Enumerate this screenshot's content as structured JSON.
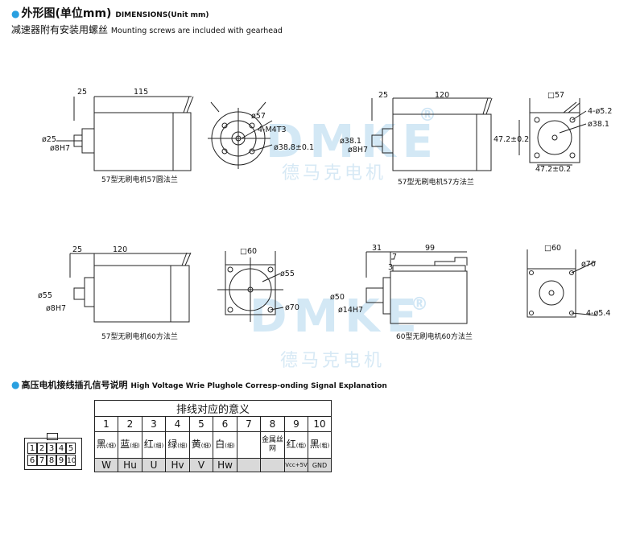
{
  "header1": {
    "cn": "外形图(单位mm)",
    "en": "DIMENSIONS(Unit mm)"
  },
  "subheader": {
    "cn": "减速器附有安装用螺丝",
    "en": "Mounting screws are included with gearhead"
  },
  "watermark": {
    "brand": "DMKE",
    "reg": "®",
    "cn": "德马克电机"
  },
  "drawings": {
    "d1": {
      "caption": "57型无刷电机57圆法兰",
      "dim_shaft": "25",
      "dim_body": "115",
      "dia_flange": "ø25",
      "dia_shaft": "ø8H7"
    },
    "d2": {
      "dia_outer": "ø57",
      "thread": "4-M4T3",
      "pcd": "ø38.8±0.1"
    },
    "d3": {
      "caption": "57型无刷电机57方法兰",
      "dim_shaft": "25",
      "dim_body": "120",
      "dia_pilot": "ø38.1",
      "dia_shaft": "ø8H7"
    },
    "d4": {
      "square": "□57",
      "holes": "4-ø5.2",
      "pilot": "ø38.1",
      "vdim": "47.2±0.2",
      "hdim": "47.2±0.2"
    },
    "d5": {
      "caption": "57型无刷电机60方法兰",
      "dim_shaft": "25",
      "dim_body": "120",
      "dia_pilot": "ø55",
      "dia_shaft": "ø8H7"
    },
    "d6": {
      "square": "□60",
      "pilot": "ø55",
      "pcd": "ø70"
    },
    "d7": {
      "caption": "60型无刷电机60方法兰",
      "dim_shaft": "31",
      "dim_body": "99",
      "d_a": "7",
      "d_b": "3",
      "dia_pilot": "ø50",
      "dia_shaft": "ø14H7"
    },
    "d8": {
      "square": "□60",
      "pcd": "ø70",
      "holes": "4-ø5.4"
    }
  },
  "header2": {
    "cn": "高压电机接线插孔信号说明",
    "en": "High Voltage Wrie Plughole Corresp-onding Signal Explanation"
  },
  "connector": {
    "top": [
      "1",
      "2",
      "3",
      "4",
      "5"
    ],
    "bottom": [
      "6",
      "7",
      "8",
      "9",
      "10"
    ]
  },
  "table": {
    "title": "排线对应的意义",
    "pins": [
      "1",
      "2",
      "3",
      "4",
      "5",
      "6",
      "7",
      "8",
      "9",
      "10"
    ],
    "colors": [
      "黑",
      "蓝",
      "红",
      "绿",
      "黄",
      "白",
      "",
      "金属丝网",
      "红",
      "黑"
    ],
    "color_marks": [
      "(细)",
      "(细)",
      "(细)",
      "(细)",
      "(细)",
      "(细)",
      "",
      "",
      "(粗)",
      "(粗)"
    ],
    "signals": [
      "W",
      "Hu",
      "U",
      "Hv",
      "V",
      "Hw",
      "",
      "",
      "Vcc+5V",
      "GND"
    ]
  }
}
